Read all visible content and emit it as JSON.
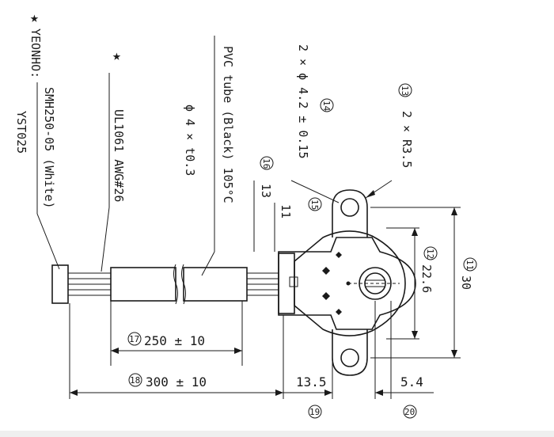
{
  "labels": {
    "brand": "YEONHO:",
    "connector_line1": "SMH250-05 (White)",
    "connector_line2": "YST025",
    "wire": "UL1061 AWG#26",
    "tube_line1": "PVC tube (Black) 105°C",
    "tube_line2": "ϕ 4 × t0.3",
    "hole_dia": "2 × ϕ 4.2 ± 0.15",
    "radius": "2 × R3.5",
    "dim_13": "13",
    "dim_11": "11",
    "dim_22_6": "22.6",
    "dim_30": "30",
    "len_250": "250 ± 10",
    "len_300": "300 ± 10",
    "dim_13_5": "13.5",
    "dim_5_4": "5.4"
  },
  "markers": {
    "star": "★",
    "m11": "11",
    "m12": "12",
    "m13": "13",
    "m14": "14",
    "m15": "15",
    "m16": "16",
    "m17": "17",
    "m18": "18",
    "m19": "19",
    "m20": "20"
  }
}
